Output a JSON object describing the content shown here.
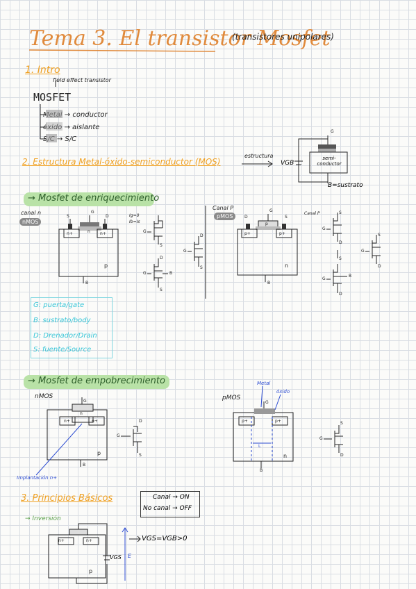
{
  "title": {
    "main": "Tema 3. El transistor Mosfet",
    "aside": "(transistores unipolares)"
  },
  "section1": {
    "heading": "1. Intro",
    "fet_note": "field effect transistor",
    "mosfet": "MOSFET",
    "items": [
      "Metal → conductor",
      "óxido → aislante",
      "S/C → S/C"
    ]
  },
  "section2": {
    "heading": "2. Estructura Metal-óxido-semiconductor (MOS)",
    "arrow_label": "estructura",
    "diagram": {
      "g": "G",
      "vgb": "VGB",
      "block": "semi-conductor",
      "b": "B=sustrato"
    }
  },
  "enriq": {
    "banner": "→ Mosfet de enriquecimiento",
    "nmos_label": "canal n",
    "nmos_tag": "nMOS",
    "pmos_label": "Canal P",
    "pmos_tag": "pMOS",
    "pmos_side": "Canal P",
    "g": "G",
    "s": "S",
    "d": "D",
    "b": "B",
    "np": "n+",
    "pp": "p+",
    "n": "n",
    "p": "p",
    "cond": [
      "Ig=0",
      "Ib=Is"
    ]
  },
  "legend": [
    "G: puerta/gate",
    "B: sustrato/body",
    "D: Drenador/Drain",
    "S: fuente/Source"
  ],
  "empob": {
    "banner": "→ Mosfet de empobrecimiento",
    "nmos_tag": "nMOS",
    "pmos_tag": "pMOS",
    "metal": "Metal",
    "oxide": "óxido",
    "implant": "Implantación n+",
    "l": "L"
  },
  "section3": {
    "heading": "3. Principios Básicos",
    "box": [
      "Canal → ON",
      "No canal → OFF"
    ],
    "sub": "→ Inversión",
    "vgs_label": "VGS",
    "eq": "VGS=VGB>0",
    "e": "E"
  }
}
